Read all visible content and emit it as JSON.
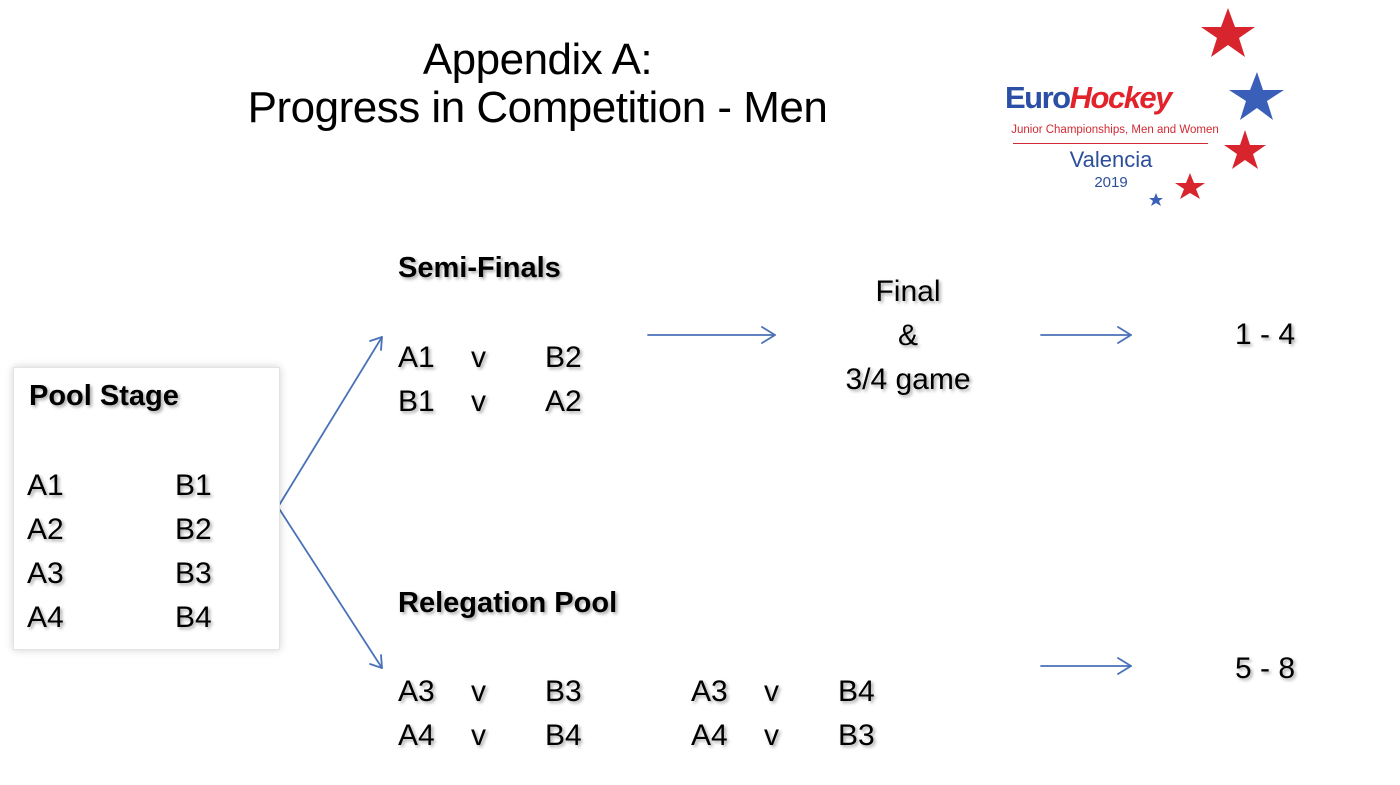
{
  "title": {
    "line1": "Appendix A:",
    "line2": "Progress in Competition  - Men"
  },
  "logo": {
    "brand_part1": "Euro",
    "brand_part2": "Hockey",
    "subtitle": "Junior Championships,  Men and Women",
    "city": "Valencia",
    "year": "2019",
    "colors": {
      "blue": "#2a4fa5",
      "red": "#e3232c"
    }
  },
  "pool_stage": {
    "heading": "Pool Stage",
    "pool_a": [
      "A1",
      "A2",
      "A3",
      "A4"
    ],
    "pool_b": [
      "B1",
      "B2",
      "B3",
      "B4"
    ]
  },
  "semi_finals": {
    "heading": "Semi-Finals",
    "matches": [
      {
        "home": "A1",
        "vs": "v",
        "away": "B2"
      },
      {
        "home": "B1",
        "vs": "v",
        "away": "A2"
      }
    ]
  },
  "final": {
    "line1": "Final",
    "line2": "&",
    "line3": "3/4 game",
    "result": "1 - 4"
  },
  "relegation_pool": {
    "heading": "Relegation Pool",
    "round1": [
      {
        "home": "A3",
        "vs": "v",
        "away": "B3"
      },
      {
        "home": "A4",
        "vs": "v",
        "away": "B4"
      }
    ],
    "round2": [
      {
        "home": "A3",
        "vs": "v",
        "away": "B4"
      },
      {
        "home": "A4",
        "vs": "v",
        "away": "B3"
      }
    ],
    "result": "5 - 8"
  },
  "arrow_color": "#4a72b8"
}
